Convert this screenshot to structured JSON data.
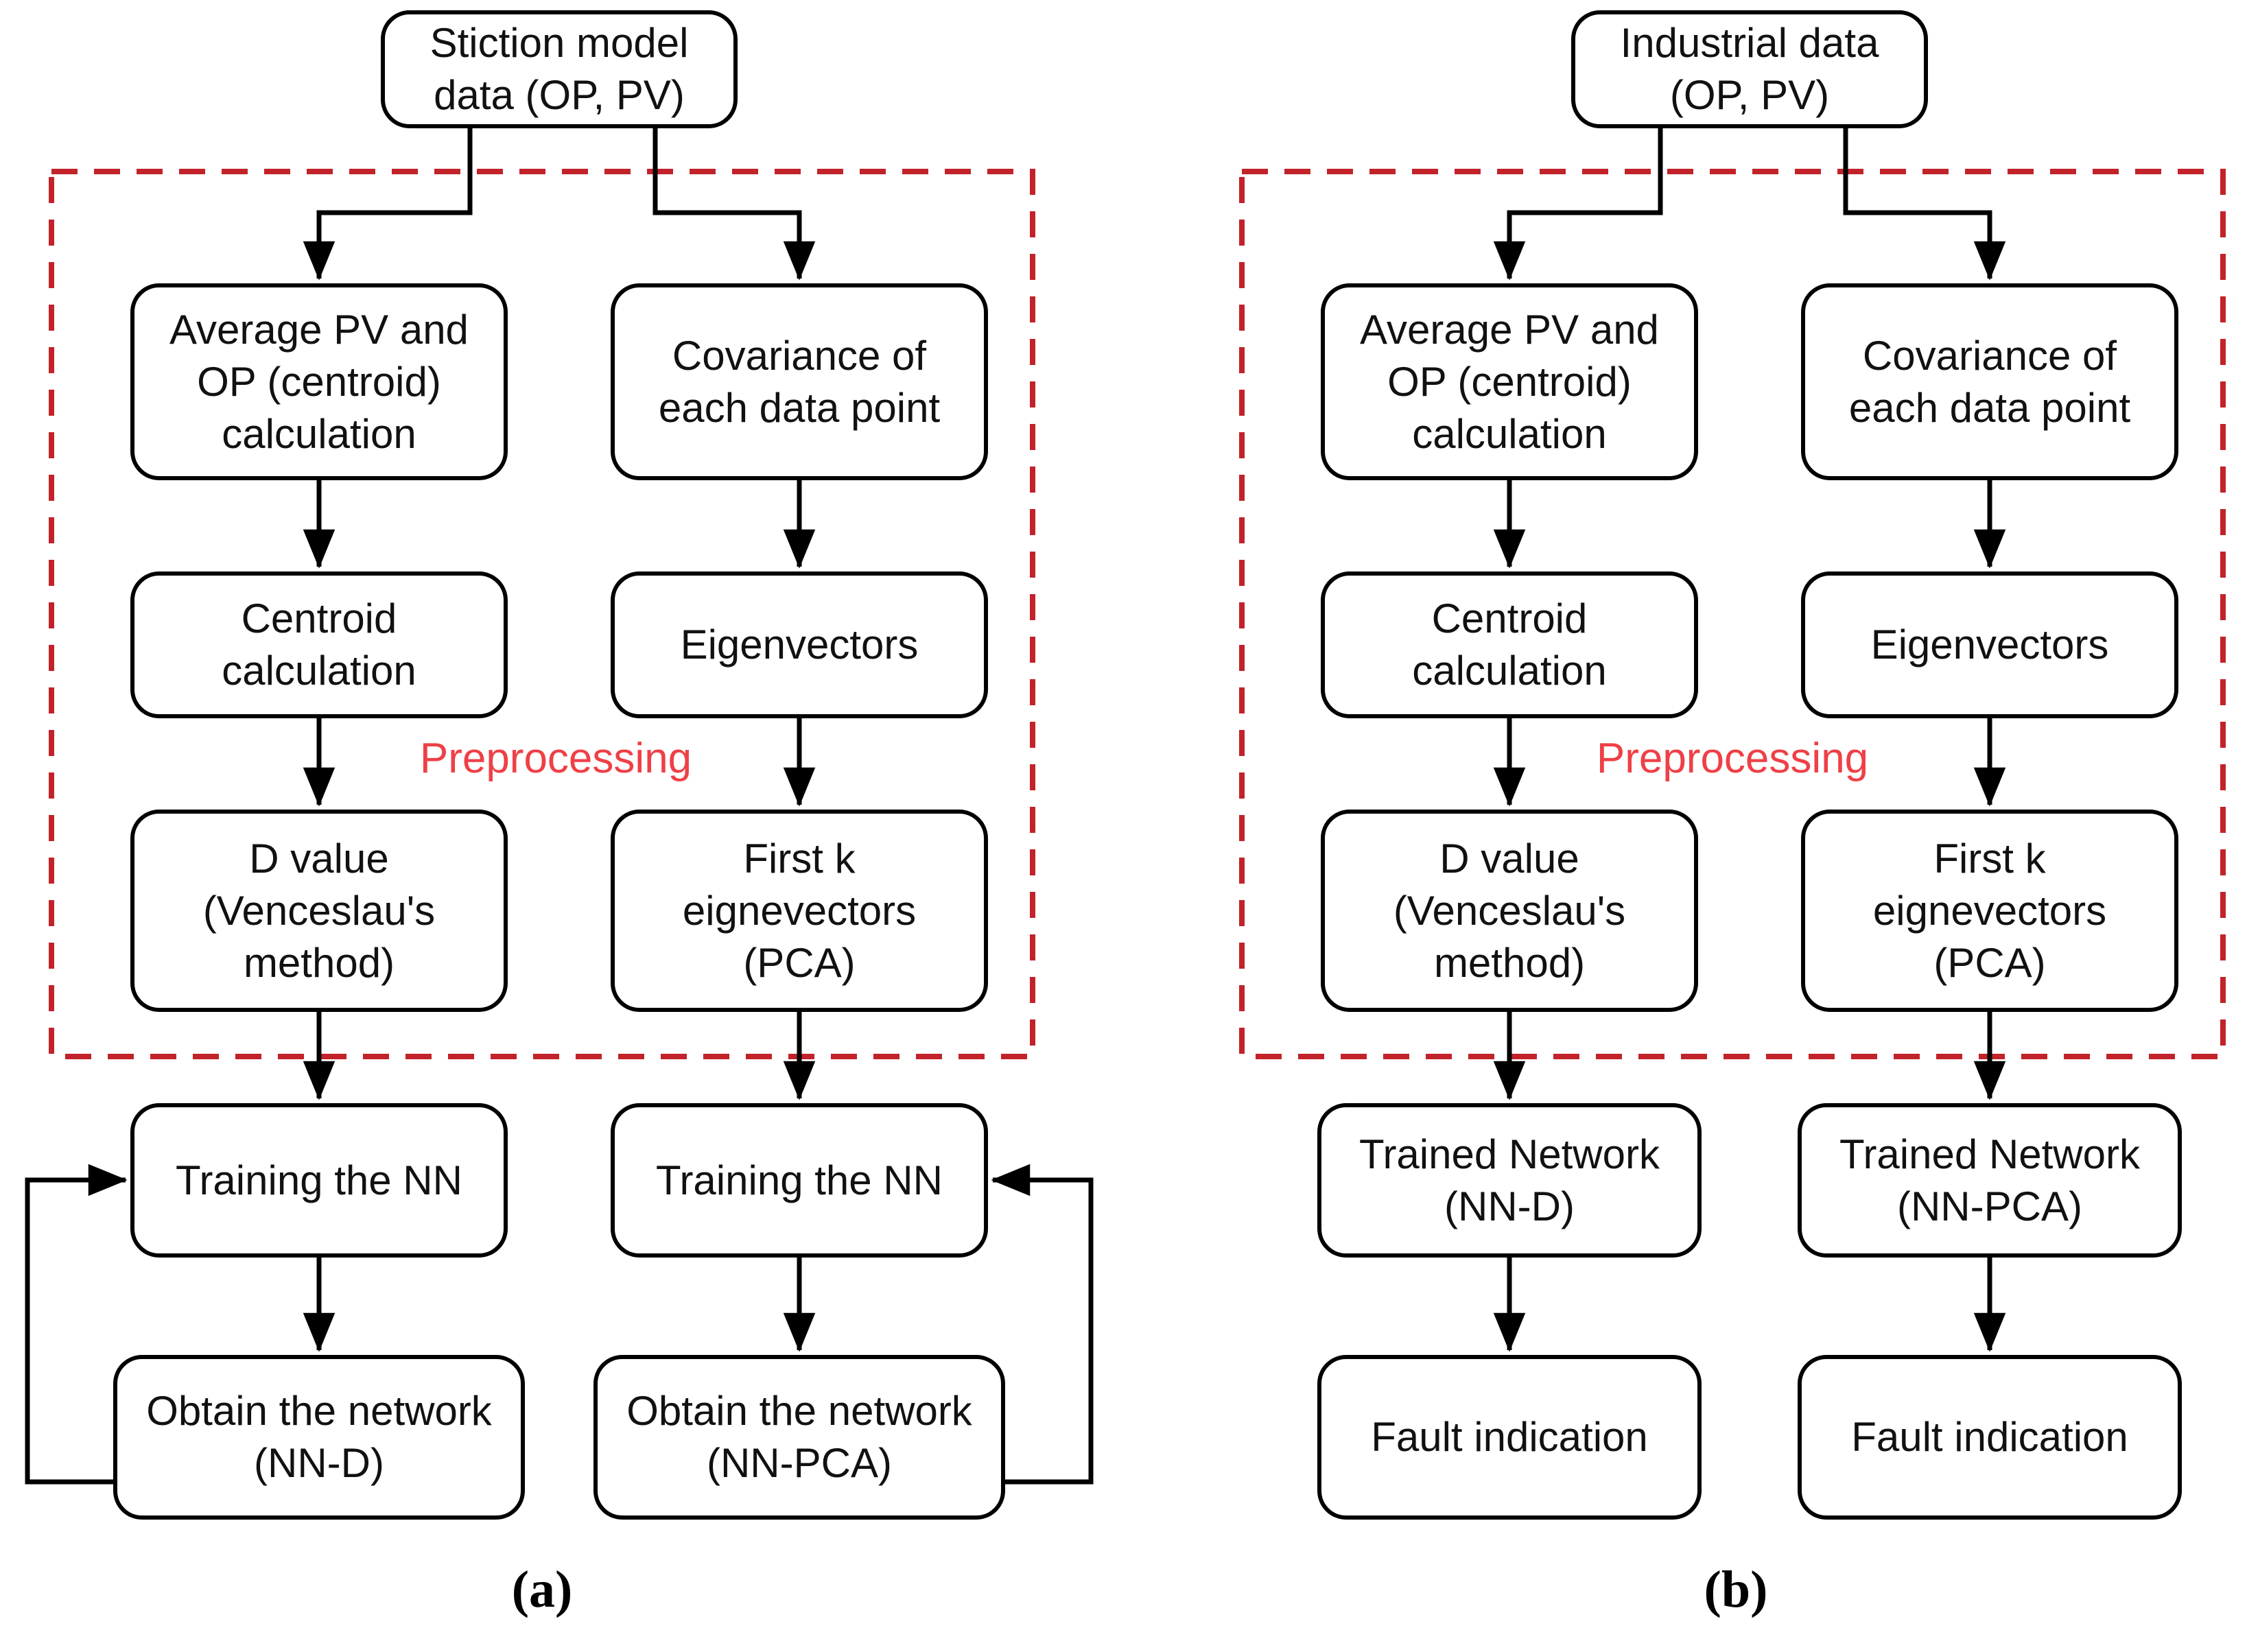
{
  "figure": {
    "caption_a": "(a)",
    "caption_b": "(b)"
  },
  "colors": {
    "dashed_border_red": "#c2222a",
    "preprocessing_text_red": "#ee4046",
    "line_color": "#000000",
    "node_background": "#ffffff"
  },
  "diagram_a": {
    "preprocessing_label": "Preprocessing",
    "nodes": {
      "source": "Stiction model\ndata (OP, PV)",
      "average_pv_op": "Average PV and\nOP (centroid)\ncalculation",
      "centroid_calculation": "Centroid\ncalculation",
      "d_value": "D value\n(Venceslau's\nmethod)",
      "covariance": "Covariance of\neach data point",
      "eigenvectors": "Eigenvectors",
      "first_k_eigenvectors": "First k\neignevectors\n(PCA)",
      "training_nn_left": "Training the NN",
      "training_nn_right": "Training the NN",
      "obtain_network_nnd": "Obtain the network\n(NN-D)",
      "obtain_network_nnpca": "Obtain the network\n(NN-PCA)"
    }
  },
  "diagram_b": {
    "preprocessing_label": "Preprocessing",
    "nodes": {
      "source": "Industrial data\n(OP, PV)",
      "average_pv_op": "Average PV and\nOP (centroid)\ncalculation",
      "centroid_calculation": "Centroid\ncalculation",
      "d_value": "D value\n(Venceslau's\nmethod)",
      "covariance": "Covariance of\neach data point",
      "eigenvectors": "Eigenvectors",
      "first_k_eigenvectors": "First k\neignevectors\n(PCA)",
      "trained_network_nnd": "Trained Network\n(NN-D)",
      "trained_network_nnpca": "Trained Network\n(NN-PCA)",
      "fault_indication_left": "Fault indication",
      "fault_indication_right": "Fault indication"
    }
  }
}
